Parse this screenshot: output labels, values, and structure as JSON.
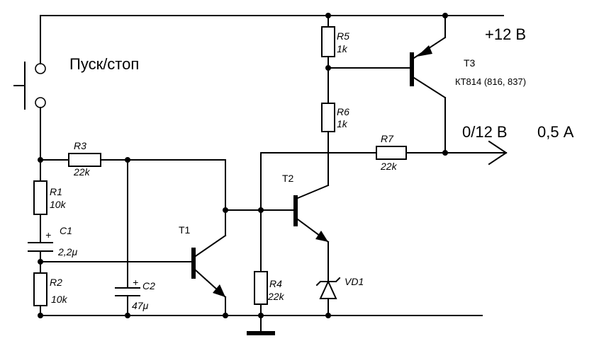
{
  "labels": {
    "start_stop": "Пуск/стоп",
    "supply": "+12 В",
    "output_voltage": "0/12 В",
    "output_current": "0,5 А",
    "r1": {
      "name": "R1",
      "value": "10k"
    },
    "r2": {
      "name": "R2",
      "value": "10k"
    },
    "r3": {
      "name": "R3",
      "value": "22k"
    },
    "r4": {
      "name": "R4",
      "value": "22k"
    },
    "r5": {
      "name": "R5",
      "value": "1k"
    },
    "r6": {
      "name": "R6",
      "value": "1k"
    },
    "r7": {
      "name": "R7",
      "value": "22k"
    },
    "c1": {
      "name": "C1",
      "value": "2,2μ",
      "polarity": "+"
    },
    "c2": {
      "name": "C2",
      "value": "47μ",
      "polarity": "+"
    },
    "t1": {
      "name": "T1"
    },
    "t2": {
      "name": "T2"
    },
    "t3": {
      "name": "T3",
      "part": "КТ814 (816, 837)"
    },
    "vd1": {
      "name": "VD1"
    }
  }
}
